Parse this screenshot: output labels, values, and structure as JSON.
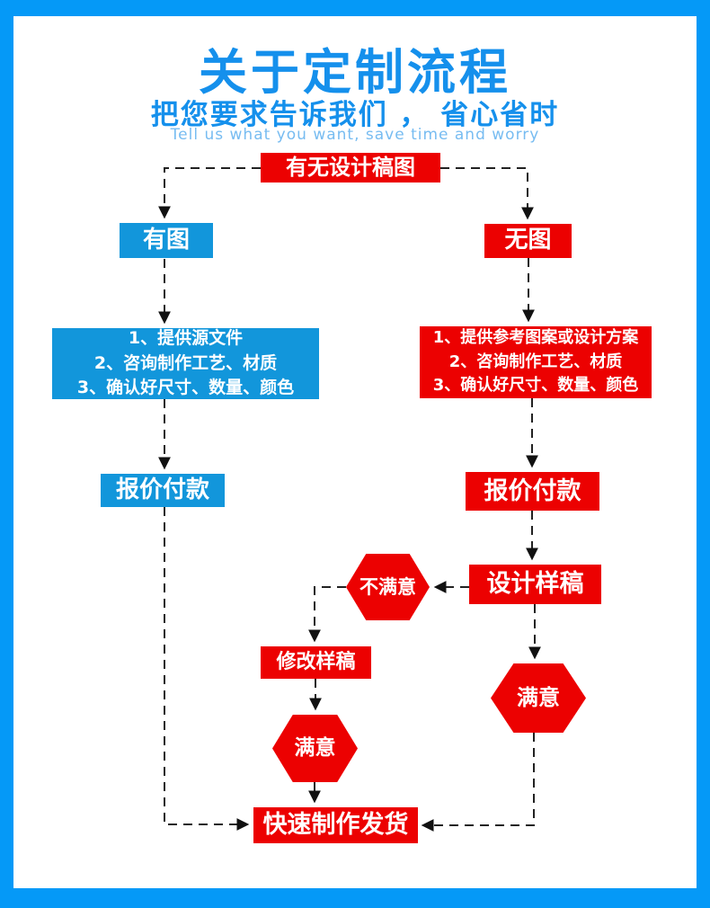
{
  "header": {
    "title": "关于定制流程",
    "subtitle": "把您要求告诉我们 ， 省心省时",
    "subtitle_en": "Tell us what you want, save time and worry"
  },
  "colors": {
    "frame_blue": "#0599F7",
    "title_blue": "#1590EC",
    "subtitle_en_blue": "#77BCF1",
    "node_blue": "#1296DB",
    "node_red": "#EC0101",
    "connector": "#222222",
    "node_text": "#FFFFFF"
  },
  "flowchart": {
    "nodes": {
      "root": {
        "label": "有无设计稿图",
        "color": "red",
        "shape": "rect"
      },
      "has_image": {
        "label": "有图",
        "color": "blue",
        "shape": "rect"
      },
      "no_image": {
        "label": "无图",
        "color": "red",
        "shape": "rect"
      },
      "left_steps": {
        "color": "blue",
        "shape": "rect",
        "lines": [
          "1、提供源文件",
          "2、咨询制作工艺、材质",
          "3、确认好尺寸、数量、颜色"
        ]
      },
      "right_steps": {
        "color": "red",
        "shape": "rect",
        "lines": [
          "1、提供参考图案或设计方案",
          "2、咨询制作工艺、材质",
          "3、确认好尺寸、数量、颜色"
        ]
      },
      "left_quote": {
        "label": "报价付款",
        "color": "blue",
        "shape": "rect"
      },
      "right_quote": {
        "label": "报价付款",
        "color": "red",
        "shape": "rect"
      },
      "design_draft": {
        "label": "设计样稿",
        "color": "red",
        "shape": "rect"
      },
      "not_satisfied": {
        "label": "不满意",
        "color": "red",
        "shape": "hexagon"
      },
      "revise_draft": {
        "label": "修改样稿",
        "color": "red",
        "shape": "rect"
      },
      "satisfied_left": {
        "label": "满意",
        "color": "red",
        "shape": "hexagon"
      },
      "satisfied_right": {
        "label": "满意",
        "color": "red",
        "shape": "hexagon"
      },
      "final": {
        "label": "快速制作发货",
        "color": "red",
        "shape": "rect"
      }
    },
    "edges": [
      {
        "from": "root",
        "to": "has_image",
        "style": "dashed-arrow"
      },
      {
        "from": "root",
        "to": "no_image",
        "style": "dashed-arrow"
      },
      {
        "from": "has_image",
        "to": "left_steps",
        "style": "dashed-arrow"
      },
      {
        "from": "left_steps",
        "to": "left_quote",
        "style": "dashed-arrow"
      },
      {
        "from": "left_quote",
        "to": "final",
        "style": "dashed-arrow"
      },
      {
        "from": "no_image",
        "to": "right_steps",
        "style": "dashed-arrow"
      },
      {
        "from": "right_steps",
        "to": "right_quote",
        "style": "dashed-arrow"
      },
      {
        "from": "right_quote",
        "to": "design_draft",
        "style": "dashed-arrow"
      },
      {
        "from": "design_draft",
        "to": "not_satisfied",
        "style": "dashed-arrow"
      },
      {
        "from": "not_satisfied",
        "to": "revise_draft",
        "style": "dashed-arrow"
      },
      {
        "from": "revise_draft",
        "to": "satisfied_left",
        "style": "dashed-arrow"
      },
      {
        "from": "satisfied_left",
        "to": "final",
        "style": "dashed-arrow"
      },
      {
        "from": "design_draft",
        "to": "satisfied_right",
        "style": "dashed-arrow"
      },
      {
        "from": "satisfied_right",
        "to": "final",
        "style": "dashed-arrow"
      }
    ]
  }
}
